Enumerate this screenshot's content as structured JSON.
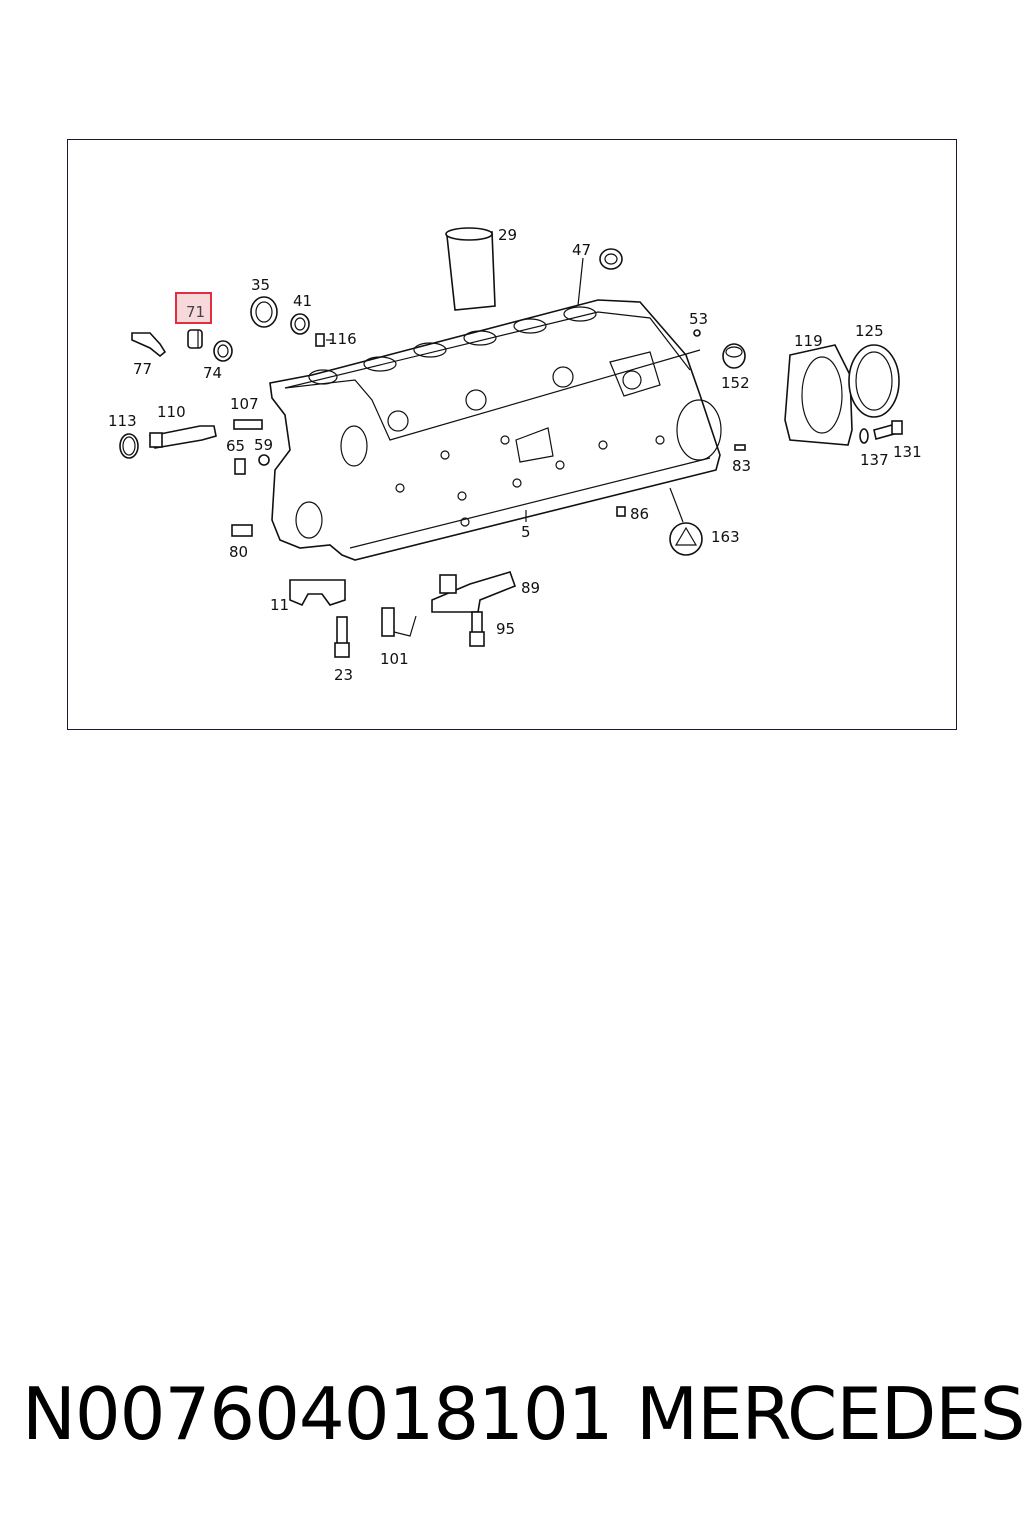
{
  "diagram": {
    "highlighted_label": "71",
    "labels": [
      "29",
      "47",
      "35",
      "41",
      "116",
      "53",
      "119",
      "125",
      "77",
      "74",
      "152",
      "113",
      "110",
      "107",
      "65",
      "59",
      "83",
      "137",
      "131",
      "80",
      "86",
      "5",
      "163",
      "11",
      "89",
      "95",
      "23",
      "101"
    ]
  },
  "caption": {
    "part_number": "N007604018101",
    "brand": "MERCEDES"
  }
}
